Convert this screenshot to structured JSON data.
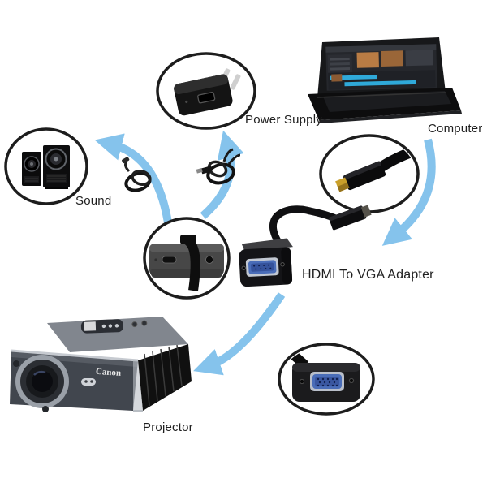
{
  "diagram": {
    "product": "HDMI To VGA Adapter",
    "labels": {
      "power_supply": "Power Supply",
      "computer": "Computer",
      "sound": "Sound",
      "adapter": "HDMI To VGA Adapter",
      "projector": "Projector",
      "projector_brand": "Canon"
    },
    "nodes": [
      {
        "id": "computer",
        "label": "Computer",
        "icon": "laptop-photo"
      },
      {
        "id": "power_supply",
        "label": "Power Supply",
        "icon": "usb-wall-charger-photo"
      },
      {
        "id": "sound",
        "label": "Sound",
        "icon": "stereo-speakers-photo"
      },
      {
        "id": "adapter",
        "label": "HDMI To VGA Adapter",
        "icon": "hdmi-to-vga-adapter-photo"
      },
      {
        "id": "projector",
        "label": "Projector",
        "icon": "canon-projector-photo"
      }
    ],
    "connections": [
      {
        "from": "computer",
        "to": "adapter",
        "via": "hdmi-plug"
      },
      {
        "from": "adapter",
        "to": "power_supply",
        "via": "usb-cable"
      },
      {
        "from": "adapter",
        "to": "sound",
        "via": "audio-cable"
      },
      {
        "from": "adapter",
        "to": "projector",
        "via": "vga-port"
      }
    ],
    "colors": {
      "background": "#ffffff",
      "arrow_blue": "#85C3EC",
      "circle_ring": "#1d1d1d",
      "vga_port_blue": "#4a6db8",
      "hdmi_gold": "#c99f2a",
      "label_text": "#1f1f1f"
    }
  }
}
